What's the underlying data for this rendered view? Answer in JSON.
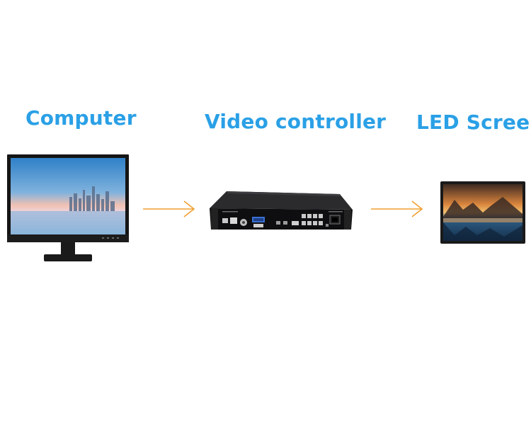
{
  "nodes": [
    {
      "id": "computer",
      "label": "Computer",
      "icon": "computer-monitor-icon"
    },
    {
      "id": "video-controller",
      "label": "Video controller",
      "icon": "video-controller-device-icon"
    },
    {
      "id": "led-screen",
      "label": "LED Screen",
      "icon": "led-screen-icon"
    }
  ],
  "edges": [
    {
      "from": "computer",
      "to": "video-controller",
      "icon": "arrow-right-icon"
    },
    {
      "from": "video-controller",
      "to": "led-screen",
      "icon": "arrow-right-icon"
    }
  ],
  "colors": {
    "label": "#2aa0e6",
    "arrow": "#f0a030",
    "background": "#ffffff"
  }
}
